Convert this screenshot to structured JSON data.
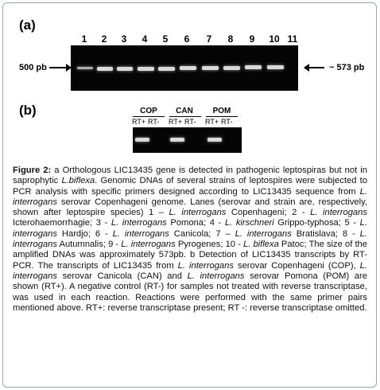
{
  "panel_a": {
    "label": "(a)",
    "lanes": [
      "1",
      "2",
      "3",
      "4",
      "5",
      "6",
      "7",
      "8",
      "9",
      "10",
      "11"
    ],
    "left_marker": "500 pb",
    "right_marker": "~ 573 pb"
  },
  "panel_b": {
    "label": "(b)",
    "groups": [
      {
        "name": "COP",
        "rt_plus": "RT+",
        "rt_minus": "RT-"
      },
      {
        "name": "CAN",
        "rt_plus": "RT+",
        "rt_minus": "RT-"
      },
      {
        "name": "POM",
        "rt_plus": "RT+",
        "rt_minus": "RT-"
      }
    ]
  },
  "caption": {
    "t01": "Figure 2:",
    "t02": " a Orthologous LIC13435 gene is detected in pathogenic leptospiras but not in saprophytic ",
    "t03": "L.biflexa",
    "t04": ". Genomic DNAs of several strains of leptospires were subjected to PCR analysis with specific primers designed according to LIC13435 sequence from ",
    "t05": "L. interrogans",
    "t06": " serovar Copenhageni genome. Lanes (serovar and strain are, respectively, shown after leptospire species) 1 – ",
    "t07": "L. interrogans",
    "t08": " Copenhageni; 2 - ",
    "t09": "L. interrogans",
    "t10": " Icterohaemorrhagie; 3 - ",
    "t11": "L. interrogans",
    "t12": " Pomona; 4 - ",
    "t13": "L. kirschneri",
    "t14": " Grippo-typhosa; 5 - ",
    "t15": "L. interrogans",
    "t16": " Hardjo; 6 - ",
    "t17": "L. interrogans",
    "t18": " Canicola; 7 – ",
    "t19": "L. interrogans",
    "t20": " Bratislava; 8 - ",
    "t21": "L. interrogans",
    "t22": " Autumnalis; 9 - ",
    "t23": "L. interrogans",
    "t24": " Pyrogenes; 10 - ",
    "t25": "L. biflexa",
    "t26": " Patoc; The size of the amplified DNAs was approximately 573pb. b Detection of LIC13435 transcripts by RT-PCR. The transcripts of LIC13435 from ",
    "t27": "L. interrogans",
    "t28": " serovar Copenhageni (COP), ",
    "t29": "L. interrogans",
    "t30": " serovar Canicola (CAN) and ",
    "t31": "L. interrogans",
    "t32": " serovar Pomona (POM) are shown (RT+). A negative control (RT-) for samples not treated with reverse transcriptase, was used in each reaction. Reactions were performed with the same primer pairs mentioned above. RT+: reverse transcriptase present; RT -: reverse transcriptase omitted."
  }
}
